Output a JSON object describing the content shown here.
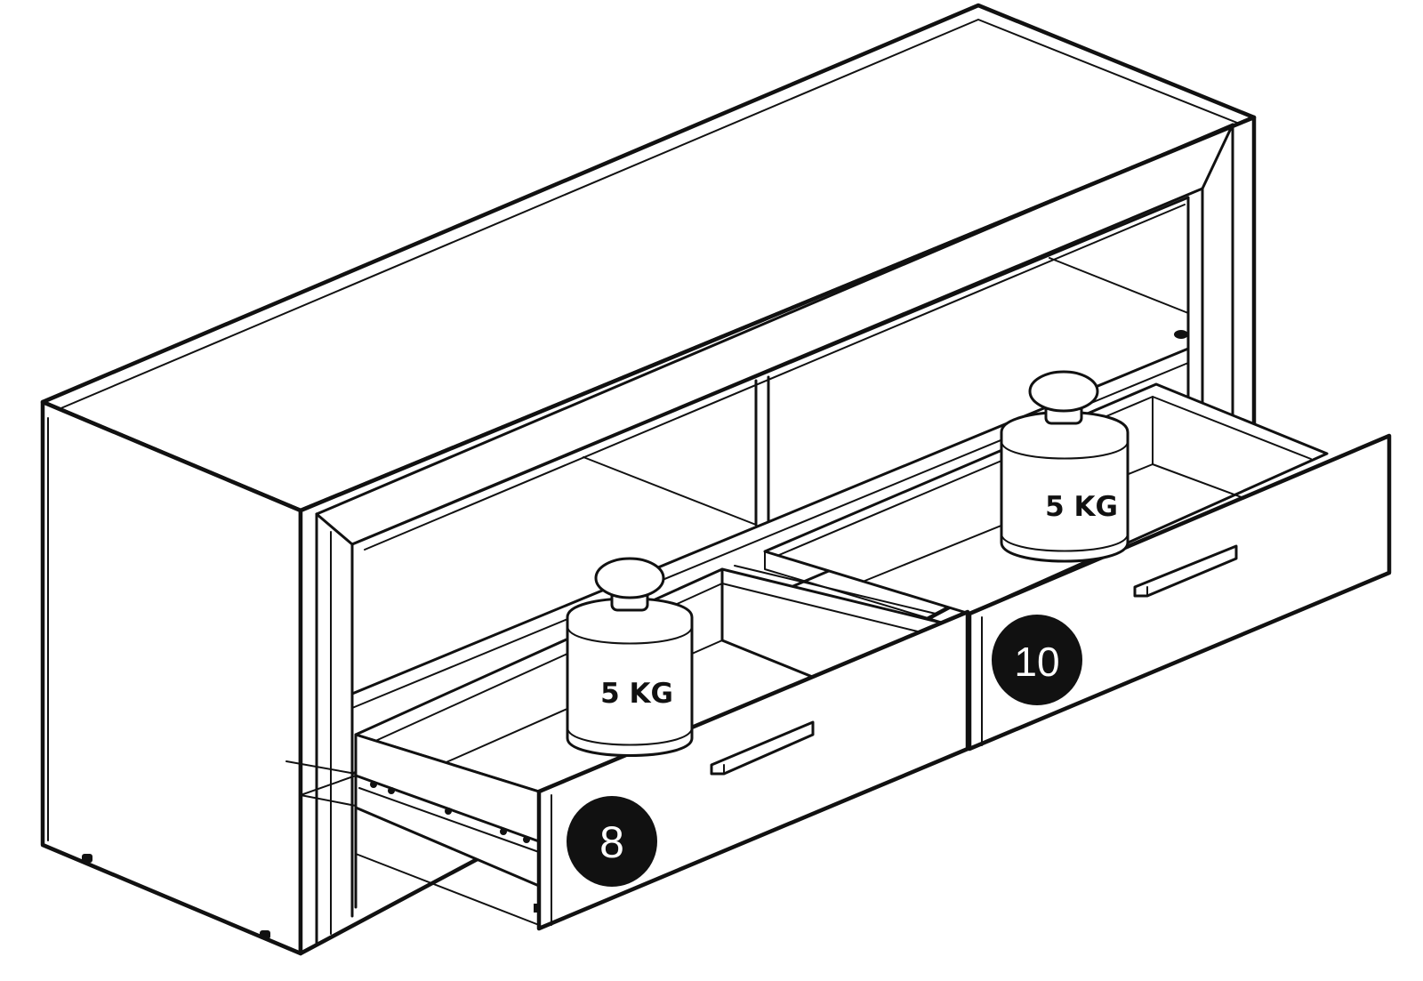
{
  "weights": [
    {
      "label": "5 KG"
    },
    {
      "label": "5 KG"
    }
  ],
  "callouts": [
    {
      "number": "8"
    },
    {
      "number": "10"
    }
  ],
  "colors": {
    "line": "#111111",
    "background": "#ffffff",
    "callout_fill": "#111111",
    "callout_text": "#ffffff"
  }
}
